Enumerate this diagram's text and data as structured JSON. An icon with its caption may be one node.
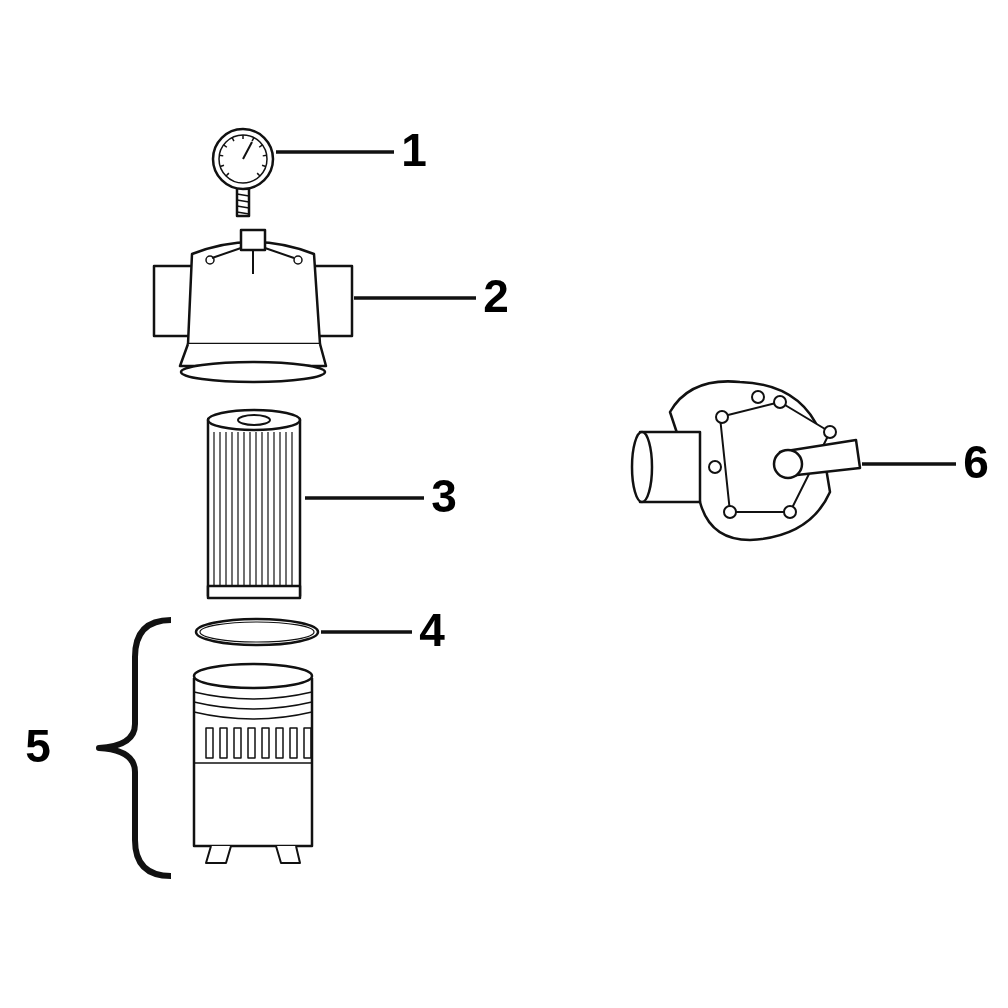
{
  "diagram": {
    "nodes": [
      {
        "text": [
          "1"
        ]
      },
      {
        "text": [],
        "shape": "picture"
      },
      {
        "text": [
          "2"
        ]
      },
      {
        "text": [],
        "shape": "picture"
      },
      {
        "text": [
          "3"
        ]
      },
      {
        "text": [],
        "shape": "picture"
      },
      {
        "text": [
          "4"
        ]
      },
      {
        "text": [],
        "shape": "picture"
      },
      {
        "text": [
          "6"
        ]
      },
      {
        "text": [],
        "shape": "picture"
      }
    ],
    "edges": [
      {
        "from": 0,
        "to": 1,
        "arrow": "none"
      },
      {
        "from": 2,
        "to": 3,
        "arrow": "none"
      },
      {
        "from": 4,
        "to": 5,
        "arrow": "none"
      },
      {
        "from": 6,
        "to": 7,
        "arrow": "none"
      },
      {
        "from": 8,
        "to": 9,
        "arrow": "none"
      }
    ],
    "labels": [
      "5"
    ]
  }
}
